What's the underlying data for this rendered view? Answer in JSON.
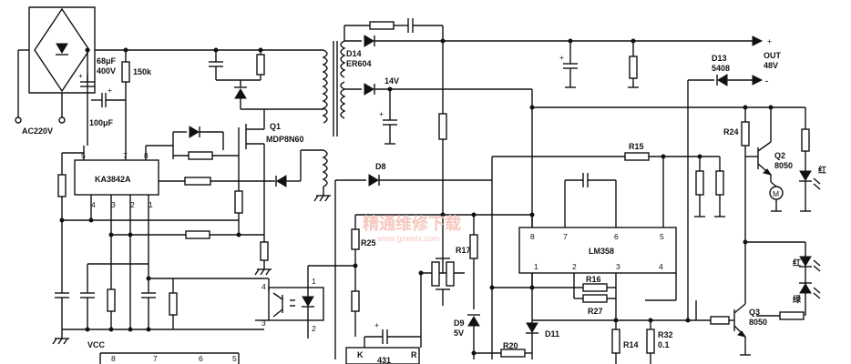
{
  "labels": {
    "ac": "AC220V",
    "c_bulk": "68μF",
    "c_bulk_v": "400V",
    "r_start": "150k",
    "c_vcc": "100μF",
    "pwm_ic": "KA3842A",
    "pwm_pin5": "5",
    "pwm_pin7": "7",
    "pwm_pin8": "8",
    "pwm_pin4": "4",
    "pwm_pin3": "3",
    "pwm_pin2": "2",
    "pwm_pin1": "1",
    "q1": "Q1",
    "q1_part": "MDP8N60",
    "d14": "D14",
    "d14_part": "ER604",
    "v14": "14V",
    "d8": "D8",
    "r25": "R25",
    "r17": "R17",
    "d9": "D9",
    "d9_v": "5V",
    "r20": "R20",
    "d11": "D11",
    "tl431": "431",
    "tl431_k": "K",
    "tl431_r": "R",
    "opto_1": "1",
    "opto_2": "2",
    "opto_3": "3",
    "opto_4": "4",
    "r15": "R15",
    "op_amp": "LM358",
    "op_pin8": "8",
    "op_pin7": "7",
    "op_pin6": "6",
    "op_pin5": "5",
    "op_pin1": "1",
    "op_pin2": "2",
    "op_pin3": "3",
    "op_pin4": "4",
    "r16": "R16",
    "r27": "R27",
    "r14": "R14",
    "r32": "R32",
    "r32_v": "0.1",
    "d13": "D13",
    "d13_part": "5408",
    "out": "OUT",
    "out_v": "48V",
    "plus": "+",
    "minus": "-",
    "r24": "R24",
    "q2": "Q2",
    "q2_part": "8050",
    "motor": "M",
    "q3": "Q3",
    "q3_part": "8050",
    "led_red": "红",
    "led_red2": "红",
    "led_green": "绿",
    "vcc": "VCC",
    "bot_pin8": "8",
    "bot_pin7": "7",
    "bot_pin6": "6",
    "bot_pin5": "5",
    "watermark": "精通维修下载",
    "watermark_url": "www.gzweix.com"
  }
}
